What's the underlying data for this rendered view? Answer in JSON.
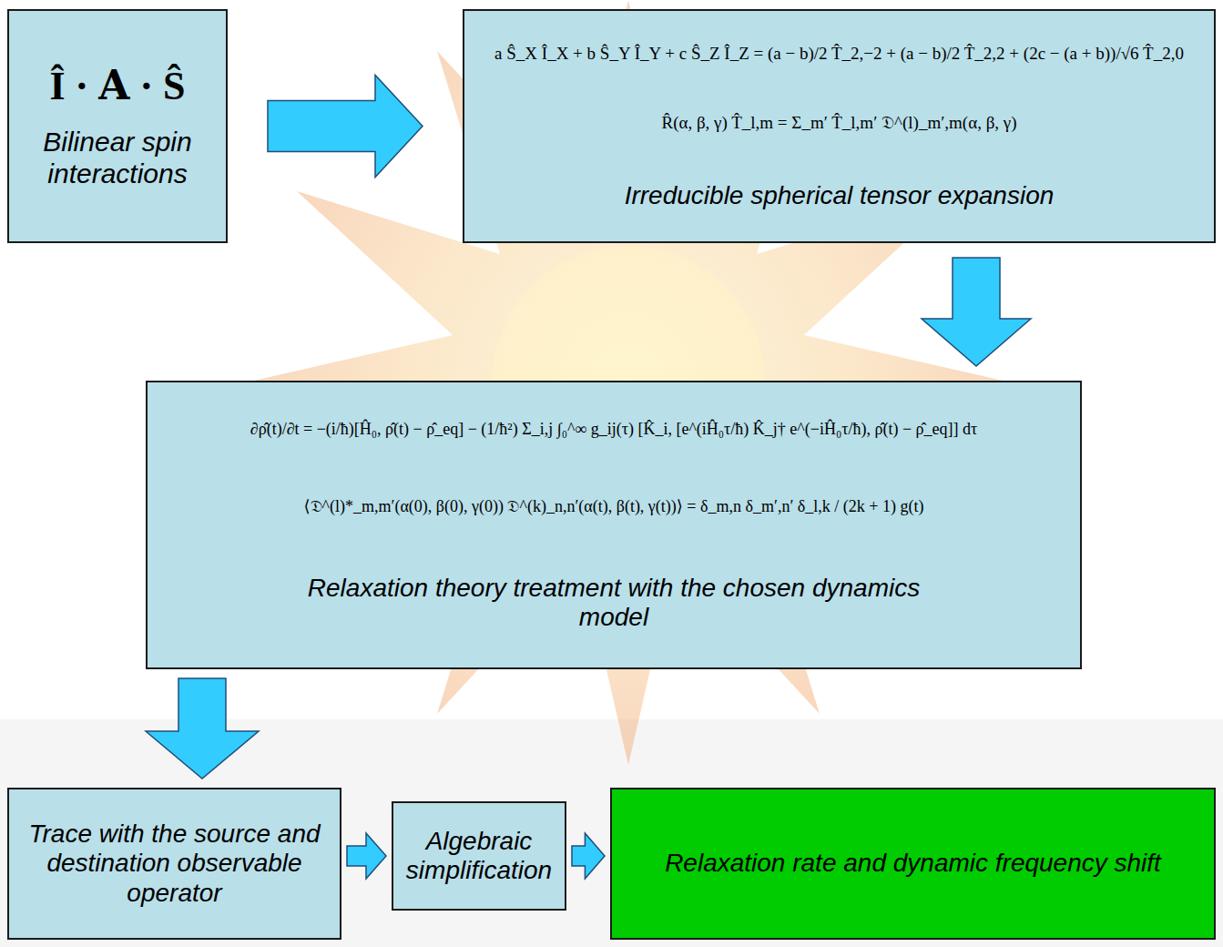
{
  "diagram": {
    "nodes": [
      {
        "text": [
          "Î · 𝐀 · Ŝ",
          "Bilinear spin interactions"
        ]
      },
      {
        "text": [
          "a Ŝ_X Î_X + b Ŝ_Y Î_Y + c Ŝ_Z Î_Z = (a − b)/2 T̂_2,−2 + (a − b)/2 T̂_2,2 + (2c − (a + b))/√6 T̂_2,0",
          "R̂(α, β, γ) T̂_l,m = Σ_m′ T̂_l,m′ 𝔇^(l)_m′,m(α, β, γ)",
          "Irreducible spherical tensor expansion"
        ]
      },
      {
        "text": [
          "∂ρ̂(t)/∂t = −(i/ħ)[Ĥ₀, ρ̂(t) − ρ̂_eq] − (1/ħ²) Σ_i,j ∫₀^∞ g_ij(τ) [K̂_i, [e^(iĤ₀τ/ħ) K̂_j† e^(−iĤ₀τ/ħ), ρ̂(t) − ρ̂_eq]] dτ",
          "⟨𝔇^(l)*_m,m′(α(0), β(0), γ(0)) 𝔇^(k)_n,n′(α(t), β(t), γ(t))⟩ = δ_m,n δ_m′,n′ δ_l,k / (2k + 1) g(t)",
          "Relaxation theory treatment with the chosen dynamics model"
        ]
      },
      {
        "text": [
          "Trace with the source and destination observable operator"
        ]
      },
      {
        "text": [
          "Algebraic simplification"
        ]
      },
      {
        "text": [
          "Relaxation rate and dynamic frequency shift"
        ]
      }
    ],
    "edges": [
      {
        "from": 0,
        "to": 1,
        "arrow": "to"
      },
      {
        "from": 1,
        "to": 2,
        "arrow": "to"
      },
      {
        "from": 2,
        "to": 3,
        "arrow": "to"
      },
      {
        "from": 3,
        "to": 4,
        "arrow": "to"
      },
      {
        "from": 4,
        "to": 5,
        "arrow": "to"
      }
    ]
  }
}
